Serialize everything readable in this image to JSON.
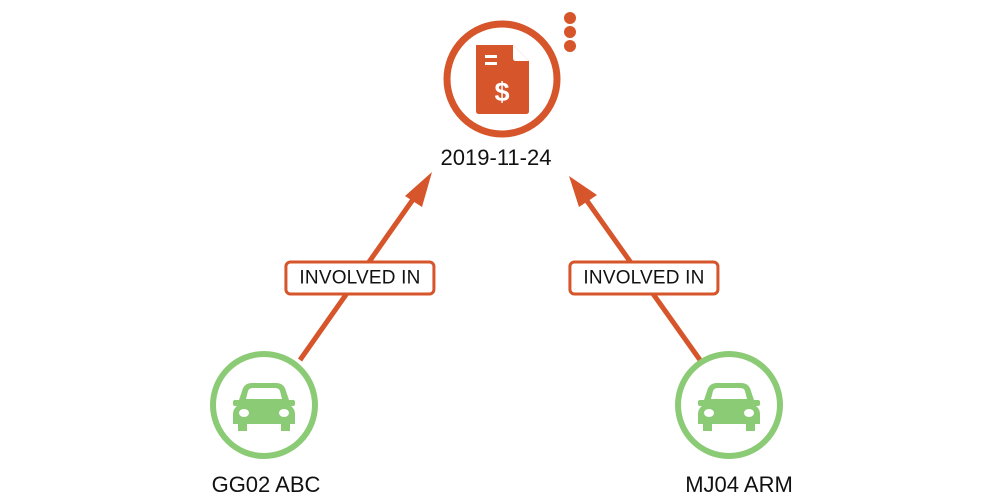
{
  "colors": {
    "accent": "#d6552a",
    "vehicle": "#8ccb76",
    "text": "#111111"
  },
  "nodes": {
    "transaction": {
      "label": "2019-11-24",
      "icon": "invoice-dollar-icon",
      "menu_icon": "more-vertical-icon"
    },
    "vehicle_left": {
      "label": "GG02 ABC",
      "icon": "car-icon"
    },
    "vehicle_right": {
      "label": "MJ04 ARM",
      "icon": "car-icon"
    }
  },
  "edges": [
    {
      "from": "GG02 ABC",
      "to": "2019-11-24",
      "label": "INVOLVED IN"
    },
    {
      "from": "MJ04 ARM",
      "to": "2019-11-24",
      "label": "INVOLVED IN"
    }
  ]
}
